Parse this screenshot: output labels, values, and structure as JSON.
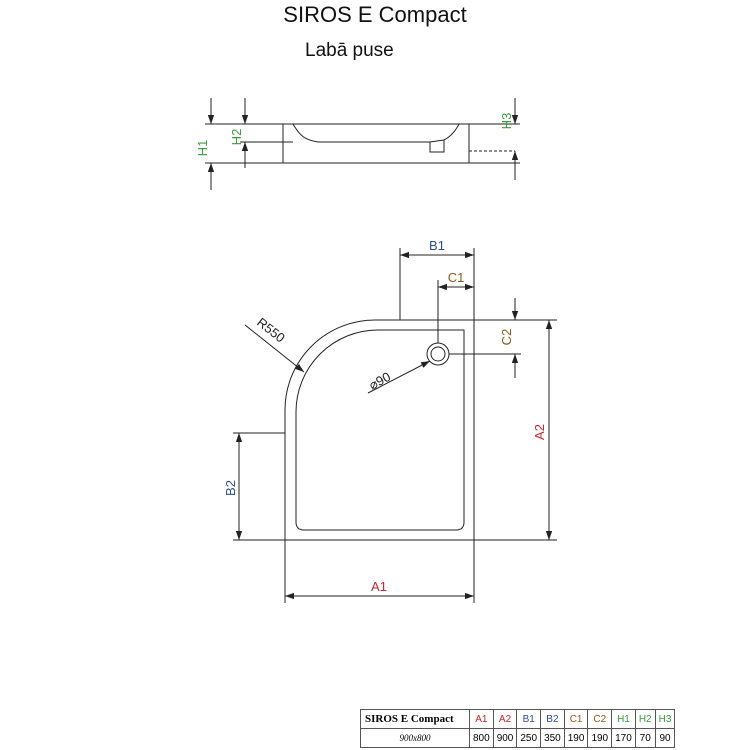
{
  "title": "SIROS E Compact",
  "subtitle": "Labā puse",
  "colors": {
    "green": "#3c9b3c",
    "red": "#c0272d",
    "blue": "#2a4f8f",
    "brown": "#8a5a1e",
    "line": "#222222"
  },
  "labels": {
    "h1": "H1",
    "h2": "H2",
    "h3": "H3",
    "b1": "B1",
    "b2": "B2",
    "c1": "C1",
    "c2": "C2",
    "a1": "A1",
    "a2": "A2",
    "radius": "R550",
    "drain": "⌀90"
  },
  "table": {
    "model": "SIROS E Compact",
    "size": "900x800",
    "headers": [
      "A1",
      "A2",
      "B1",
      "B2",
      "C1",
      "C2",
      "H1",
      "H2",
      "H3"
    ],
    "values": [
      "800",
      "900",
      "250",
      "350",
      "190",
      "190",
      "170",
      "70",
      "90"
    ],
    "header_colors": [
      "red",
      "red",
      "blue",
      "blue",
      "brown",
      "brown",
      "green",
      "green",
      "green"
    ]
  }
}
